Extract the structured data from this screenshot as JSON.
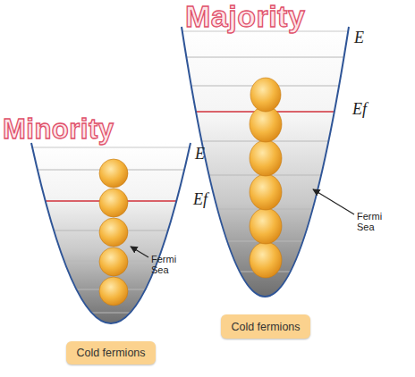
{
  "diagram": {
    "nodes": [
      {
        "text": [
          "Cold fermions"
        ]
      },
      {
        "text": [
          "Cold fermions"
        ]
      }
    ],
    "labels": [
      "Minority",
      "E",
      "Ef",
      "Fermi Sea",
      "Majority",
      "E",
      "Ef",
      "Fermi Sea"
    ]
  }
}
